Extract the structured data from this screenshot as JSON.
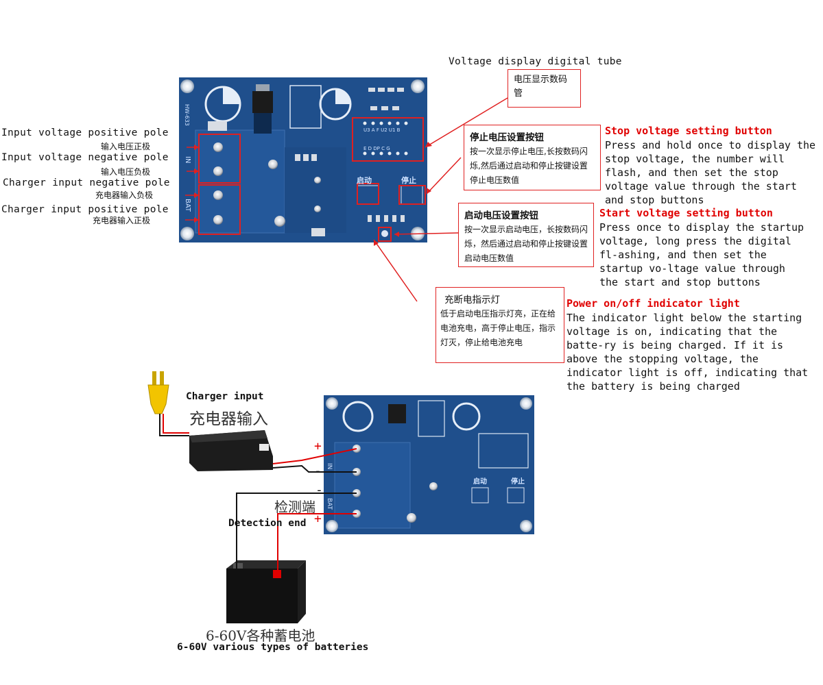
{
  "top_board": {
    "display_label_en": "Voltage display digital tube",
    "display_label_cn": "电压显示数码管",
    "silk_model": "HW-633",
    "silk_in": "IN",
    "silk_bat": "BAT",
    "silk_start": "启动",
    "silk_stop": "停止",
    "silk_segments_top": "U3 A F U2 U1 B",
    "silk_segments_bottom": "E D DP C G",
    "terminals": [
      {
        "en": "Input voltage positive pole",
        "cn": "输入电压正极"
      },
      {
        "en": "Input voltage negative pole",
        "cn": "输入电压负极"
      },
      {
        "en": "Charger input negative pole",
        "cn": "充电器输入负极"
      },
      {
        "en": "Charger input positive pole",
        "cn": "充电器输入正极"
      }
    ]
  },
  "callouts": {
    "stop": {
      "cn_title": "停止电压设置按钮",
      "cn_body": "按一次显示停止电压,长按数码闪烁,然后通过启动和停止按键设置停止电压数值",
      "en_title": "Stop voltage setting button",
      "en_body": "Press and hold once to display the stop voltage, the number will flash, and then set the stop voltage value through the start and stop buttons"
    },
    "start": {
      "cn_title": "启动电压设置按钮",
      "cn_body": "按一次显示启动电压，长按数码闪烁，然后通过启动和停止按键设置启动电压数值",
      "en_title": "Start voltage setting button",
      "en_body": "Press once to display the startup voltage, long press the digital fl-ashing, and then set the startup vo-ltage value through the start and stop buttons"
    },
    "indicator": {
      "cn_title": "充断电指示灯",
      "cn_body": "低于启动电压指示灯亮，正在给电池充电，高于停止电压，指示灯灭，停止给电池充电",
      "en_title": "Power on/off indicator light",
      "en_body": "The indicator light below the starting voltage is on, indicating that the batte-ry is being charged. If it is above the stopping voltage, the indicator light is off, indicating that the battery is being charged"
    }
  },
  "wiring": {
    "charger_en": "Charger input",
    "charger_cn": "充电器输入",
    "detection_cn": "检测端",
    "detection_en": "Detection end",
    "battery_cn": "6-60V各种蓄电池",
    "battery_en": "6-60V various types of batteries",
    "plus": "+",
    "minus": "-"
  },
  "colors": {
    "pcb": "#1f4f8c",
    "pcb_dark": "#173f74",
    "callout_red": "#e02020",
    "wire_red": "#e00000",
    "wire_black": "#111111",
    "plug_yellow": "#f2c400"
  }
}
